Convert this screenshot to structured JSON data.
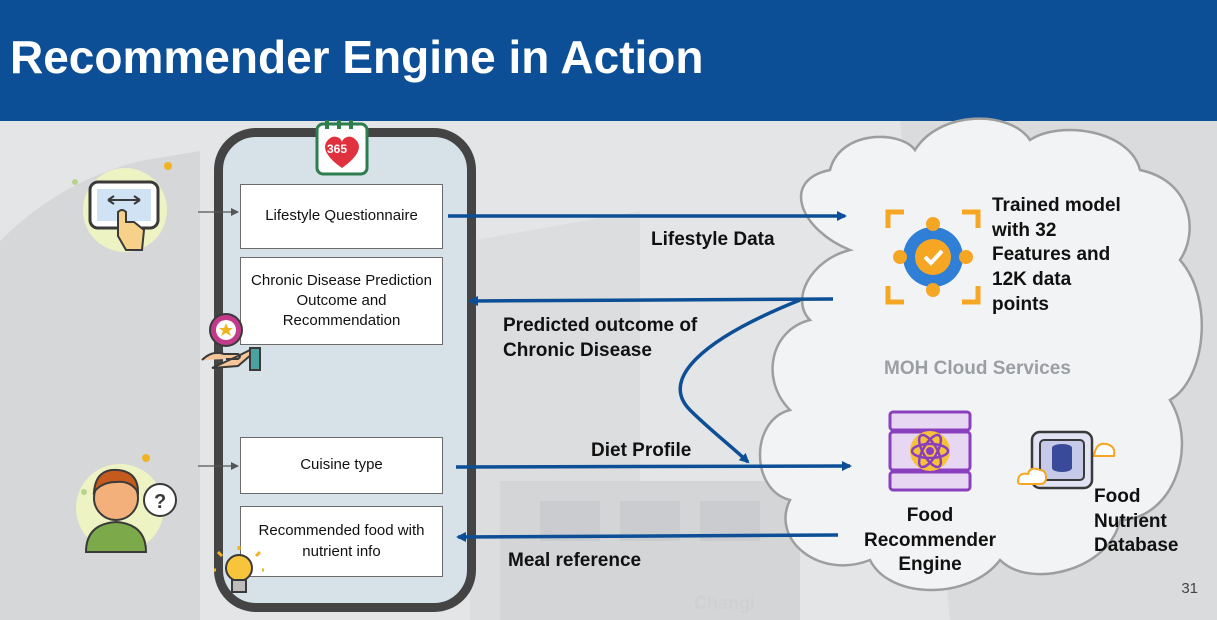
{
  "slide": {
    "title": "Recommender Engine in Action",
    "page_number": "31",
    "watermark": "Changi"
  },
  "app": {
    "badge_text": "365",
    "boxes": {
      "lifestyle_questionnaire": "Lifestyle Questionnaire",
      "chronic_disease_outcome": "Chronic Disease Prediction Outcome and Recommendation",
      "cuisine_type": "Cuisine type",
      "recommended_food": "Recommended food with nutrient info"
    }
  },
  "flows": {
    "lifestyle_data": "Lifestyle Data",
    "predicted_outcome": "Predicted outcome of Chronic Disease",
    "diet_profile": "Diet Profile",
    "meal_reference": "Meal reference"
  },
  "cloud": {
    "label": "MOH Cloud Services",
    "trained_model": "Trained model with 32 Features and 12K data points",
    "food_recommender_engine": "Food Recommender Engine",
    "food_nutrient_database": "Food Nutrient Database"
  },
  "colors": {
    "header": "#0c4f96",
    "arrow": "#0c4f96",
    "phone_frame": "#444444",
    "phone_fill": "#d6e2e8",
    "cloud_stroke": "#9e9e9e"
  },
  "icons": [
    "tablet-touch-icon",
    "person-question-icon",
    "calendar-heart-icon",
    "hand-star-icon",
    "lightbulb-icon",
    "ai-model-icon",
    "server-atom-icon",
    "cloud-database-icon"
  ]
}
